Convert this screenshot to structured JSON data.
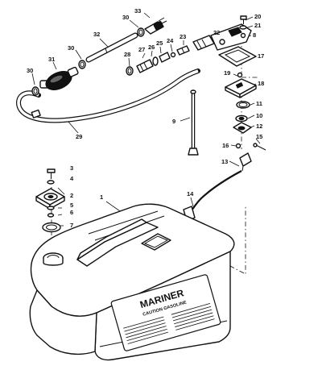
{
  "callouts": {
    "p1": "1",
    "p2": "2",
    "p3": "3",
    "p4": "4",
    "p5": "5",
    "p6": "6",
    "p7": "7",
    "p8": "8",
    "p9": "9",
    "p10": "10",
    "p11": "11",
    "p12": "12",
    "p13": "13",
    "p14": "14",
    "p15": "15",
    "p16": "16",
    "p17": "17",
    "p18": "18",
    "p19": "19",
    "p20": "20",
    "p21": "21",
    "p22": "22",
    "p23": "23",
    "p24": "24",
    "p25": "25",
    "p26": "26",
    "p27": "27",
    "p28": "28",
    "p29": "29",
    "p30a": "30",
    "p30b": "30",
    "p30c": "30",
    "p31": "31",
    "p32": "32",
    "p33": "33"
  },
  "tank_label": {
    "brand": "MARINER",
    "caution": "CAUTION GASOLINE"
  }
}
